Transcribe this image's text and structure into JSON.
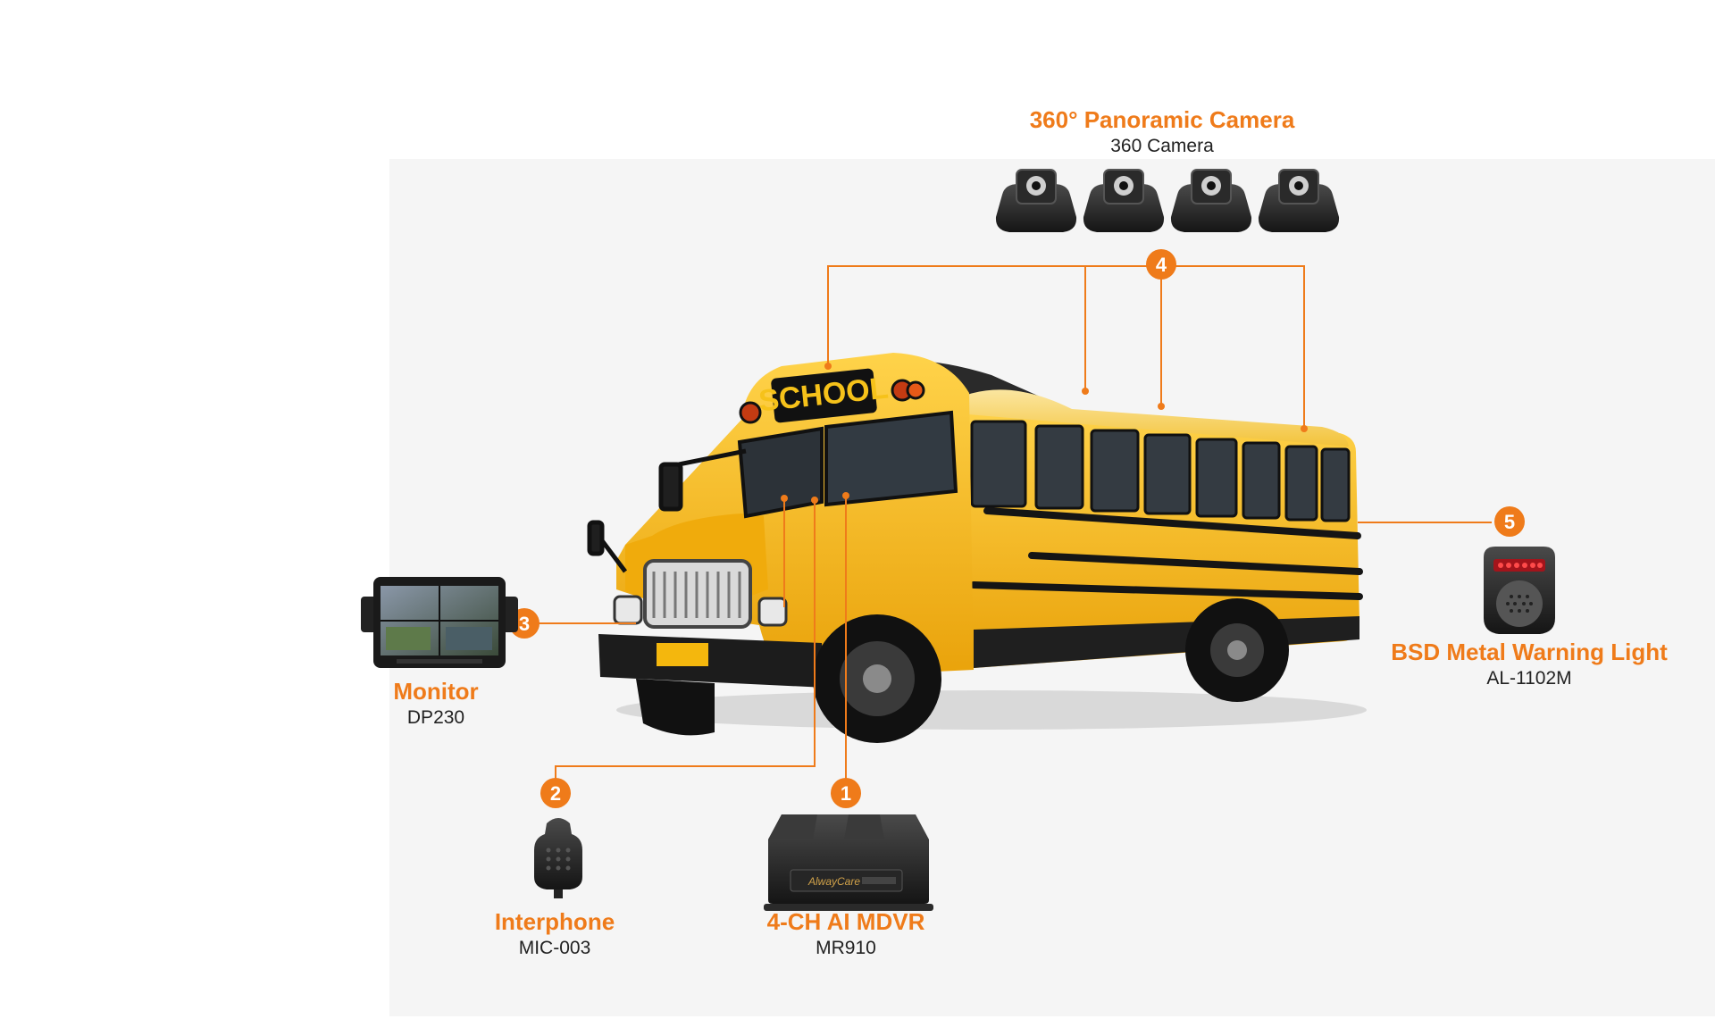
{
  "colors": {
    "accent": "#ef7b1a",
    "bus_yellow": "#f6b40f",
    "bus_dark": "#1c1c1c",
    "text": "#222222"
  },
  "bus": {
    "sign_text": "SCHOOL"
  },
  "devices": [
    {
      "number": "1",
      "title": "4-CH AI MDVR",
      "model": "MR910",
      "icon": "mdvr-recorder-icon",
      "brand": "AlwayCare"
    },
    {
      "number": "2",
      "title": "Interphone",
      "model": "MIC-003",
      "icon": "handheld-microphone-icon"
    },
    {
      "number": "3",
      "title": "Monitor",
      "model": "DP230",
      "icon": "quad-view-monitor-icon"
    },
    {
      "number": "4",
      "title": "360° Panoramic Camera",
      "model": "360 Camera",
      "icon": "mini-camera-icon"
    },
    {
      "number": "5",
      "title": "BSD Metal Warning Light",
      "model": "AL-1102M",
      "icon": "warning-light-speaker-icon"
    }
  ]
}
